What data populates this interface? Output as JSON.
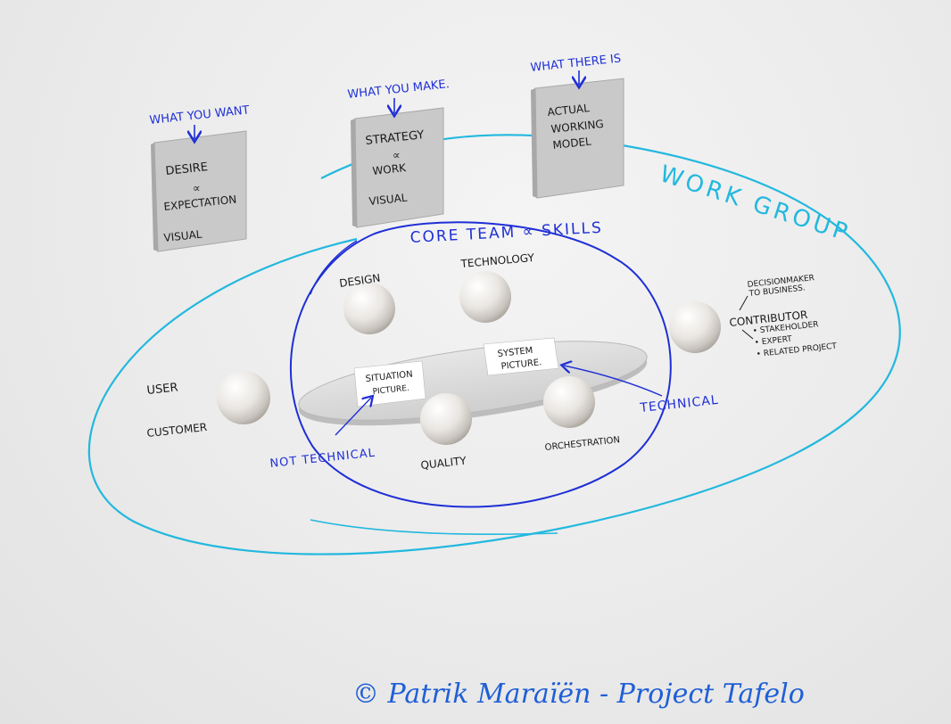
{
  "boards": [
    {
      "caption": "WHAT YOU WANT",
      "lines": [
        "DESIRE",
        "∝",
        "EXPECTATION",
        "VISUAL"
      ]
    },
    {
      "caption": "WHAT YOU MAKE.",
      "lines": [
        "STRATEGY",
        "∝",
        "WORK",
        "VISUAL"
      ]
    },
    {
      "caption": "WHAT THERE IS",
      "lines": [
        "ACTUAL",
        "WORKING",
        "MODEL"
      ]
    }
  ],
  "groups": {
    "work_group": "WORK GROUP",
    "core_team": "CORE TEAM ∝ SKILLS"
  },
  "roles": {
    "design": "DESIGN",
    "technology": "TECHNOLOGY",
    "quality": "QUALITY",
    "orchestration": "ORCHESTRATION",
    "user": "USER",
    "customer": "CUSTOMER",
    "contributor": "CONTRIBUTOR"
  },
  "contributor_notes": {
    "decisionmaker_line1": "DECISIONMAKER",
    "decisionmaker_line2": "TO BUSINESS.",
    "items": [
      "• STAKEHOLDER",
      "• EXPERT",
      "• RELATED PROJECT"
    ]
  },
  "table_cards": {
    "situation_line1": "SITUATION",
    "situation_line2": "PICTURE.",
    "system_line1": "SYSTEM",
    "system_line2": "PICTURE."
  },
  "annotations": {
    "not_technical": "NOT TECHNICAL",
    "technical": "TECHNICAL"
  },
  "signature": "© Patrik Maraïën - Project Tafelo",
  "colors": {
    "core_circle": "#1f2fd6",
    "work_group_loop": "#22b8de",
    "board_face": "#c9c9c9",
    "board_edge": "#a8a8a8",
    "table": "#dcdcdc"
  }
}
